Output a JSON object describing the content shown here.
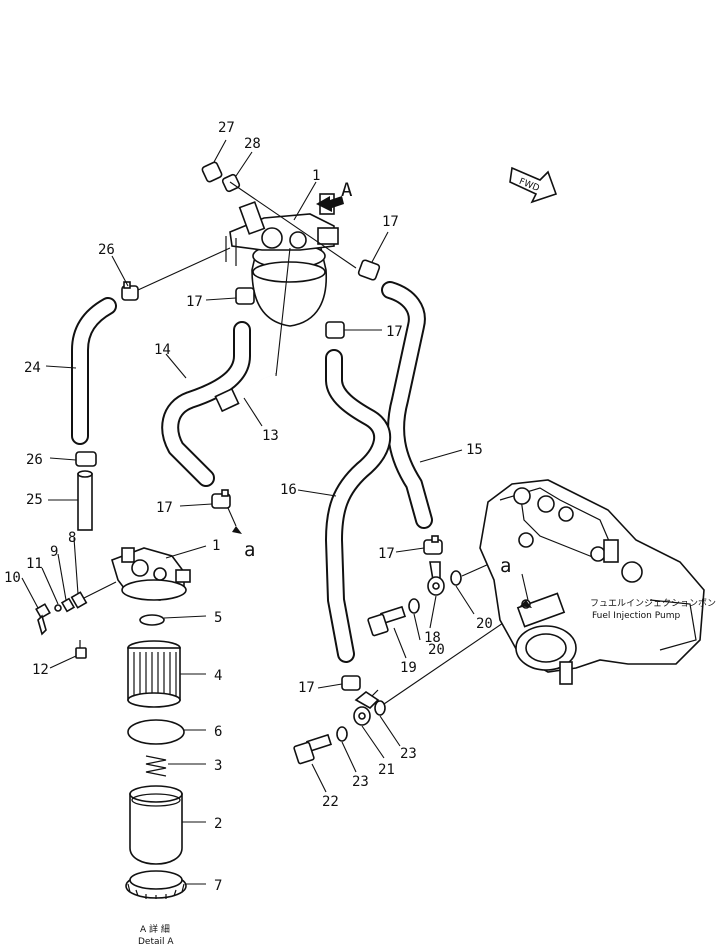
{
  "labels": {
    "detail_marker": "A",
    "arrow_marker": "a",
    "arrow_marker_2": "a",
    "fwd": "FWD",
    "pump_jp": "フュエルインジェクションポンプ",
    "pump_en": "Fuel  Injection  Pump",
    "detail_jp": "A 詳 細",
    "detail_en": "Detail A"
  },
  "callouts": {
    "c27": "27",
    "c28": "28",
    "c1_top": "1",
    "c17_a": "17",
    "c26_a": "26",
    "c17_b": "17",
    "c17_c": "17",
    "c14": "14",
    "c24": "24",
    "c13": "13",
    "c26_b": "26",
    "c15": "15",
    "c16": "16",
    "c25": "25",
    "c17_d": "17",
    "c8": "8",
    "c1_detail": "1",
    "c9": "9",
    "c11": "11",
    "c10": "10",
    "c17_e": "17",
    "c5": "5",
    "c20_a": "20",
    "c12": "12",
    "c18": "18",
    "c20_b": "20",
    "c19": "19",
    "c4": "4",
    "c17_f": "17",
    "c6": "6",
    "c23_a": "23",
    "c3": "3",
    "c21": "21",
    "c23_b": "23",
    "c22": "22",
    "c2": "2",
    "c7": "7"
  }
}
